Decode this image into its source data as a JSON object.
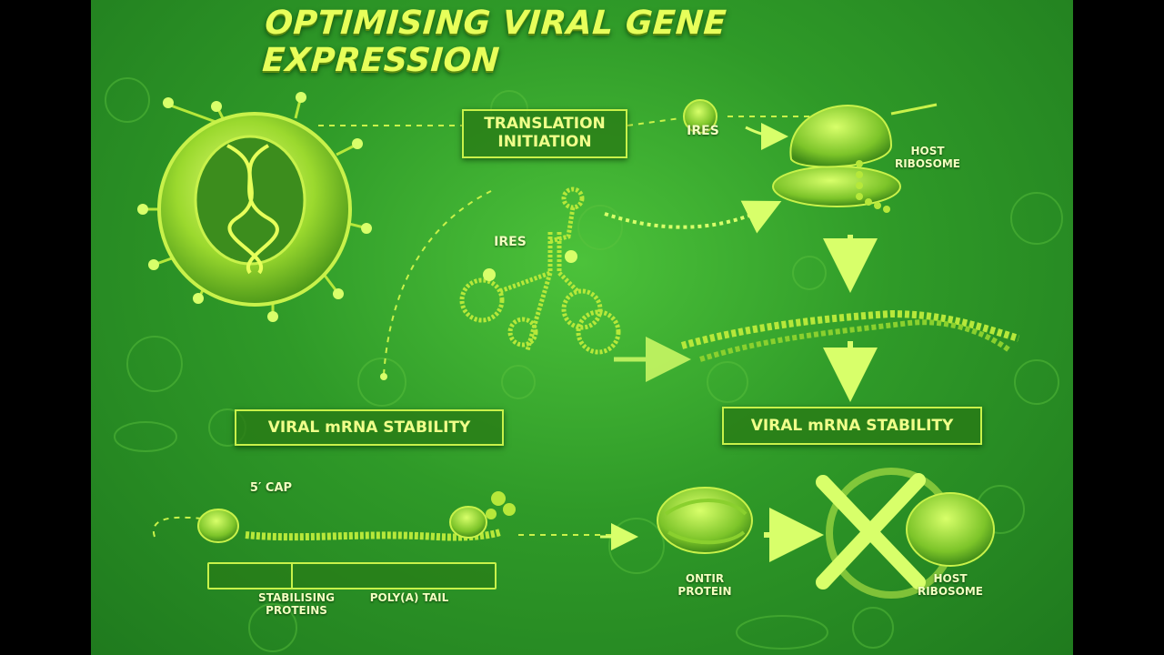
{
  "title": "OPTIMISING VIRAL GENE EXPRESSION",
  "boxes": {
    "translation_initiation": "TRANSLATION INITIATION",
    "stability_left": "VIRAL mRNA  STABILITY",
    "stability_right": "VIRAL mRNA STABILITY"
  },
  "labels": {
    "ires_top": "IRES",
    "ires_mid": "IRES",
    "host_ribosome_top": "HOST RIBOSOME",
    "five_cap": "5′ CAP",
    "stabilising_proteins": "STABILISING PROTEINS",
    "polya_tail": "POLY(A) TAIL",
    "ontir_protein": "ONTIR PROTEIN",
    "host_ribosome_bottom": "HOST RIBOSOME"
  },
  "colors": {
    "background": "#2f9a28",
    "accent": "#c8f24a",
    "title": "#e7ff5a",
    "structure": "#b6e83a"
  },
  "icons": [
    "virus-icon",
    "ribosome-icon",
    "ires-rna-icon",
    "mrna-strand-icon",
    "ontir-protein-icon",
    "cross-icon"
  ]
}
